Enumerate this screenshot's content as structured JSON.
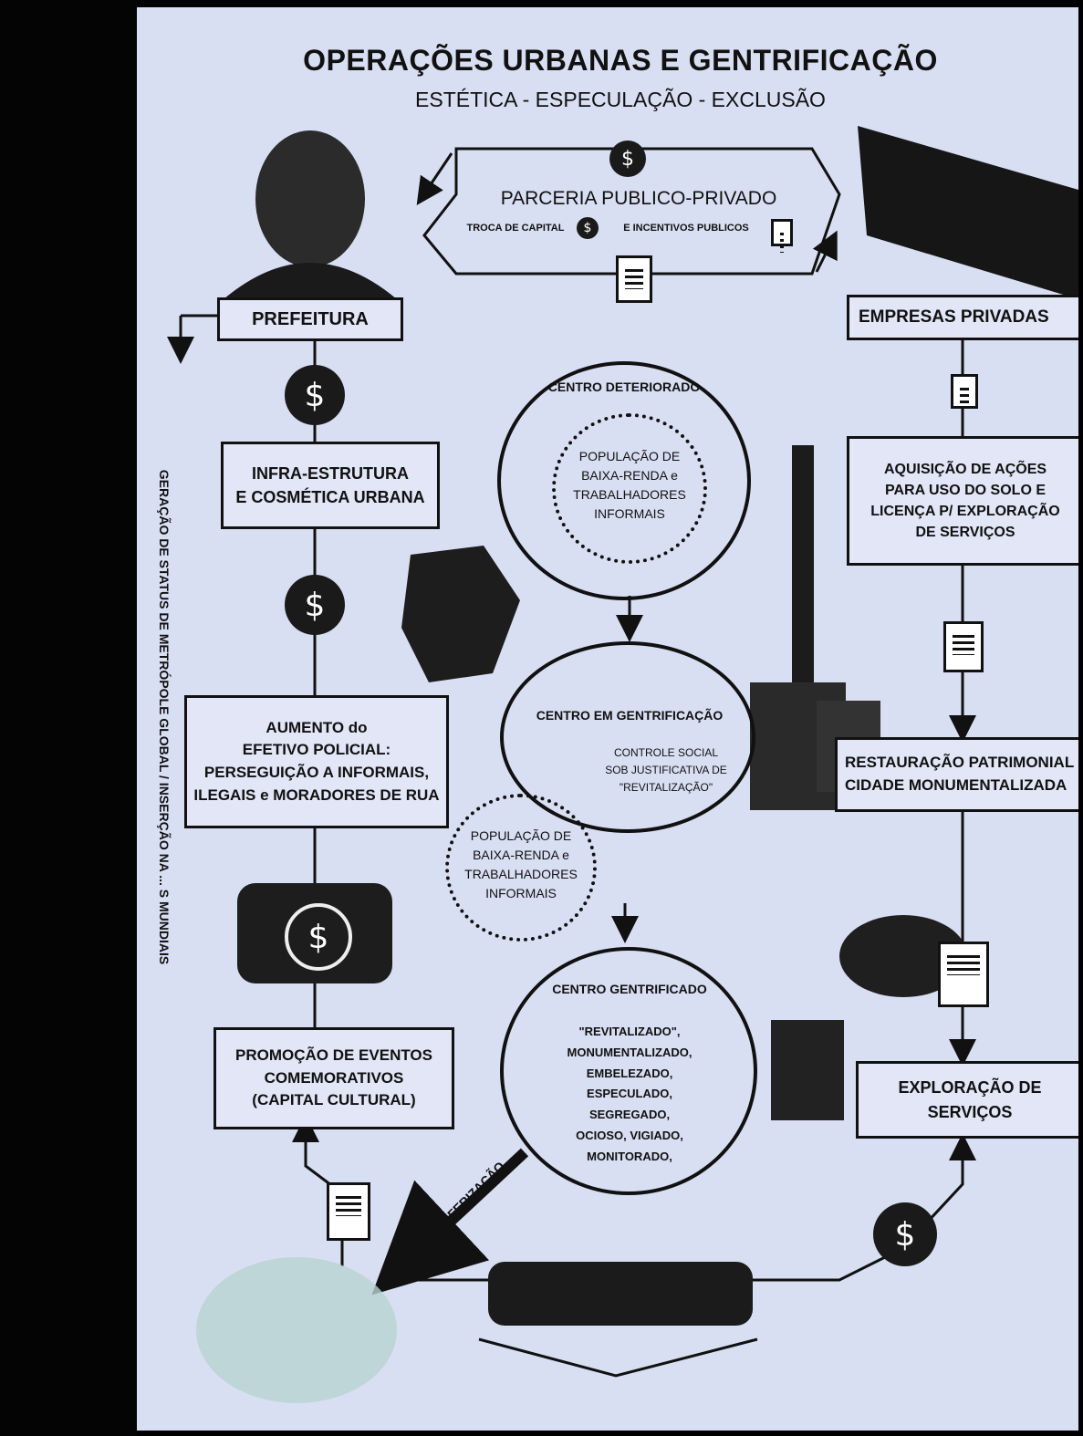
{
  "title": "OPERAÇÕES URBANAS E GENTRIFICAÇÃO",
  "subtitle": "ESTÉTICA - ESPECULAÇÃO - EXCLUSÃO",
  "top": {
    "ppp_title": "PARCERIA PUBLICO-PRIVADO",
    "ppp_sub_a": "TROCA DE CAPITAL",
    "ppp_sub_b": "E INCENTIVOS PUBLICOS"
  },
  "left": {
    "prefeitura": "PREFEITURA",
    "infra": "INFRA-ESTRUTURA\nE COSMÉTICA URBANA",
    "policia": "AUMENTO do\nEFETIVO POLICIAL:\nPERSEGUIÇÃO A INFORMAIS,\nILEGAIS e MORADORES DE RUA",
    "eventos": "PROMOÇÃO DE EVENTOS\nCOMEMORATIVOS\n(CAPITAL CULTURAL)",
    "vertical_text": "GERAÇÃO DE STATUS DE METRÓPOLE GLOBAL / INSERÇÃO NA ... S MUNDIAIS"
  },
  "right": {
    "empresas": "EMPRESAS PRIVADAS",
    "aquisicao": "AQUISIÇÃO DE AÇÕES\nPARA USO DO SOLO E\nLICENÇA P/ EXPLORAÇÃO\nDE SERVIÇOS",
    "restauracao": "RESTAURAÇÃO PATRIMONIAL\nCIDADE MONUMENTALIZADA",
    "exploracao": "EXPLORAÇÃO DE\nSERVIÇOS"
  },
  "center": {
    "deteriorado": "CENTRO DETERIORADO",
    "populacao_1": "POPULAÇÃO DE\nBAIXA-RENDA e\nTRABALHADORES\nINFORMAIS",
    "gentrificacao": "CENTRO EM GENTRIFICAÇÃO",
    "controle": "CONTROLE SOCIAL\nSOB JUSTIFICATIVA DE\n\"REVITALIZAÇÃO\"",
    "populacao_2": "POPULAÇÃO DE\nBAIXA-RENDA e\nTRABALHADORES\nINFORMAIS",
    "gentrificado": "CENTRO GENTRIFICADO",
    "gentrificado_list": "\"REVITALIZADO\",\nMONUMENTALIZADO,\nEMBELEZADO,\nESPECULADO,\nSEGREGADO,\nOCIOSO, VIGIADO,\nMONITORADO,",
    "periferizacao": "PERIFERIZAÇÃO"
  },
  "coin_symbol": "$",
  "colors": {
    "paper": "#d9dff3",
    "ink": "#111111",
    "background": "#000000"
  }
}
